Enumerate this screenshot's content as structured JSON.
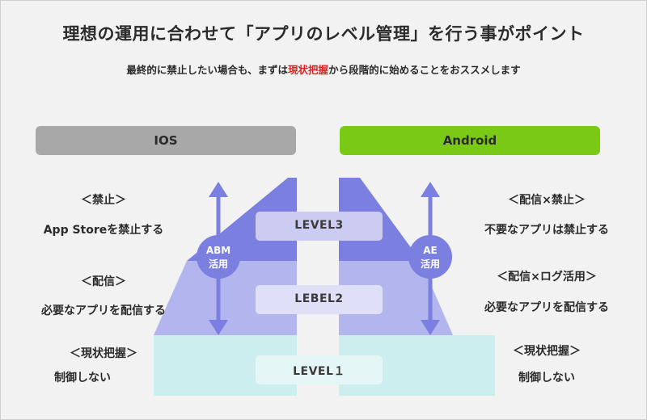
{
  "title": "理想の運用に合わせて「アプリのレベル管理」を行う事がポイント",
  "subtitle": {
    "before": "最終的に禁止したい場合も、まずは",
    "highlight": "現状把握",
    "after": "から段階的に始めることをおススメします"
  },
  "platforms": {
    "ios": "IOS",
    "android": "Android"
  },
  "levels": {
    "level3": "LEVEL3",
    "level2": "LEBEL2",
    "level1": "LEVEL１"
  },
  "tools": {
    "ios": {
      "line1": "ABM",
      "line2": "活用"
    },
    "android": {
      "line1": "AE",
      "line2": "活用"
    }
  },
  "ios_labels": {
    "level3": {
      "heading": "＜禁止＞",
      "desc": "App Storeを禁止する"
    },
    "level2": {
      "heading": "＜配信＞",
      "desc": "必要なアプリを配信する"
    },
    "level1": {
      "heading": "＜現状把握＞",
      "desc": "制御しない"
    }
  },
  "android_labels": {
    "level3": {
      "heading": "＜配信×禁止＞",
      "desc": "不要なアプリは禁止する"
    },
    "level2": {
      "heading": "＜配信×ログ活用＞",
      "desc": "必要なアプリを配信する"
    },
    "level1": {
      "heading": "＜現状把握＞",
      "desc": "制御しない"
    }
  },
  "colors": {
    "ios_bar": "#a8a8a8",
    "android_bar": "#7ac914",
    "tier_top": "#7b7fe0",
    "tier_middle": "#b3b5ef",
    "tier_bottom": "#cdeeee",
    "arrow": "#7b7fe0",
    "highlight": "#e02020"
  }
}
